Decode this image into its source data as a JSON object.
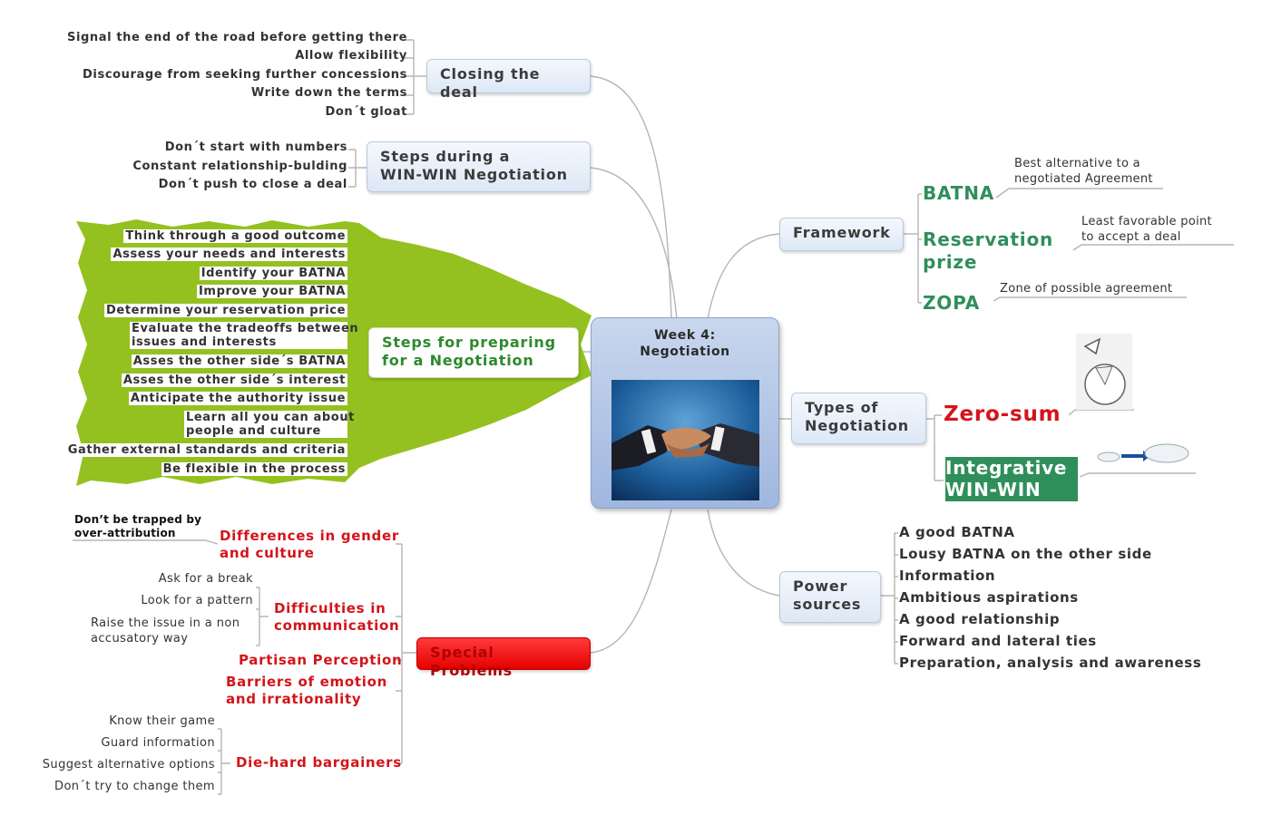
{
  "center": {
    "title_line1": "Week 4:",
    "title_line2": "Negotiation",
    "image": "handshake-photo"
  },
  "closing": {
    "title": "Closing the deal",
    "items": [
      "Signal the end of the road before getting there",
      "Allow flexibility",
      "Discourage from seeking further concessions",
      "Write down the terms",
      "Don´t gloat"
    ]
  },
  "steps_during": {
    "title_line1": "Steps during a",
    "title_line2": "WIN-WIN Negotiation",
    "items": [
      "Don´t start with numbers",
      "Constant relationship-bulding",
      "Don´t push to close a deal"
    ]
  },
  "preparing": {
    "title_line1": "Steps for preparing",
    "title_line2": "for a Negotiation",
    "items": [
      "Think through a good outcome",
      "Assess your needs and interests",
      "Identify your BATNA",
      "Improve your BATNA",
      "Determine your reservation price",
      "Evaluate the tradeoffs between",
      "issues and interests",
      "Asses the other side´s BATNA",
      "Asses the other side´s interest",
      "Anticipate the authority issue",
      "Learn all you can about",
      "people and culture",
      "Gather external standards and criteria",
      "Be flexible in the process"
    ]
  },
  "framework": {
    "title": "Framework",
    "batna": "BATNA",
    "batna_desc_1": "Best alternative to a",
    "batna_desc_2": "negotiated Agreement",
    "reservation_1": "Reservation",
    "reservation_2": "prize",
    "reservation_desc_1": "Least favorable point",
    "reservation_desc_2": "to accept a deal",
    "zopa": "ZOPA",
    "zopa_desc": "Zone of possible agreement"
  },
  "types": {
    "title_line1": "Types of",
    "title_line2": "Negotiation",
    "zero_sum": "Zero-sum",
    "integrative_1": "Integrative",
    "integrative_2": "WIN-WIN"
  },
  "power": {
    "title_line1": "Power",
    "title_line2": "sources",
    "items": [
      "A good BATNA",
      "Lousy BATNA on the other side",
      "Information",
      "Ambitious aspirations",
      "A good relationship",
      "Forward and lateral ties",
      "Preparation, analysis and awareness"
    ]
  },
  "special": {
    "title": "Special Problems",
    "gender": "Differences in gender",
    "gender_2": "and culture",
    "gender_note_1": "Don’t be trapped by",
    "gender_note_2": "over-attribution",
    "comm_1": "Difficulties in",
    "comm_2": "communication",
    "comm_items": [
      "Ask for a break",
      "Look for a pattern",
      "Raise the issue in a non",
      "accusatory way"
    ],
    "partisan": "Partisan Perception",
    "barriers_1": "Barriers of emotion",
    "barriers_2": "and irrationality",
    "diehard": "Die-hard bargainers",
    "diehard_items": [
      "Know their game",
      "Guard information",
      "Suggest alternative options",
      "Don´t try to change them"
    ]
  },
  "colors": {
    "green_text": "#2f8f5a",
    "red_text": "#d3141a",
    "lime_shape": "#94c11f",
    "special_box": "#ff0000",
    "win_win_box": "#2f8f5a",
    "center_box": "#a9bfe4"
  }
}
